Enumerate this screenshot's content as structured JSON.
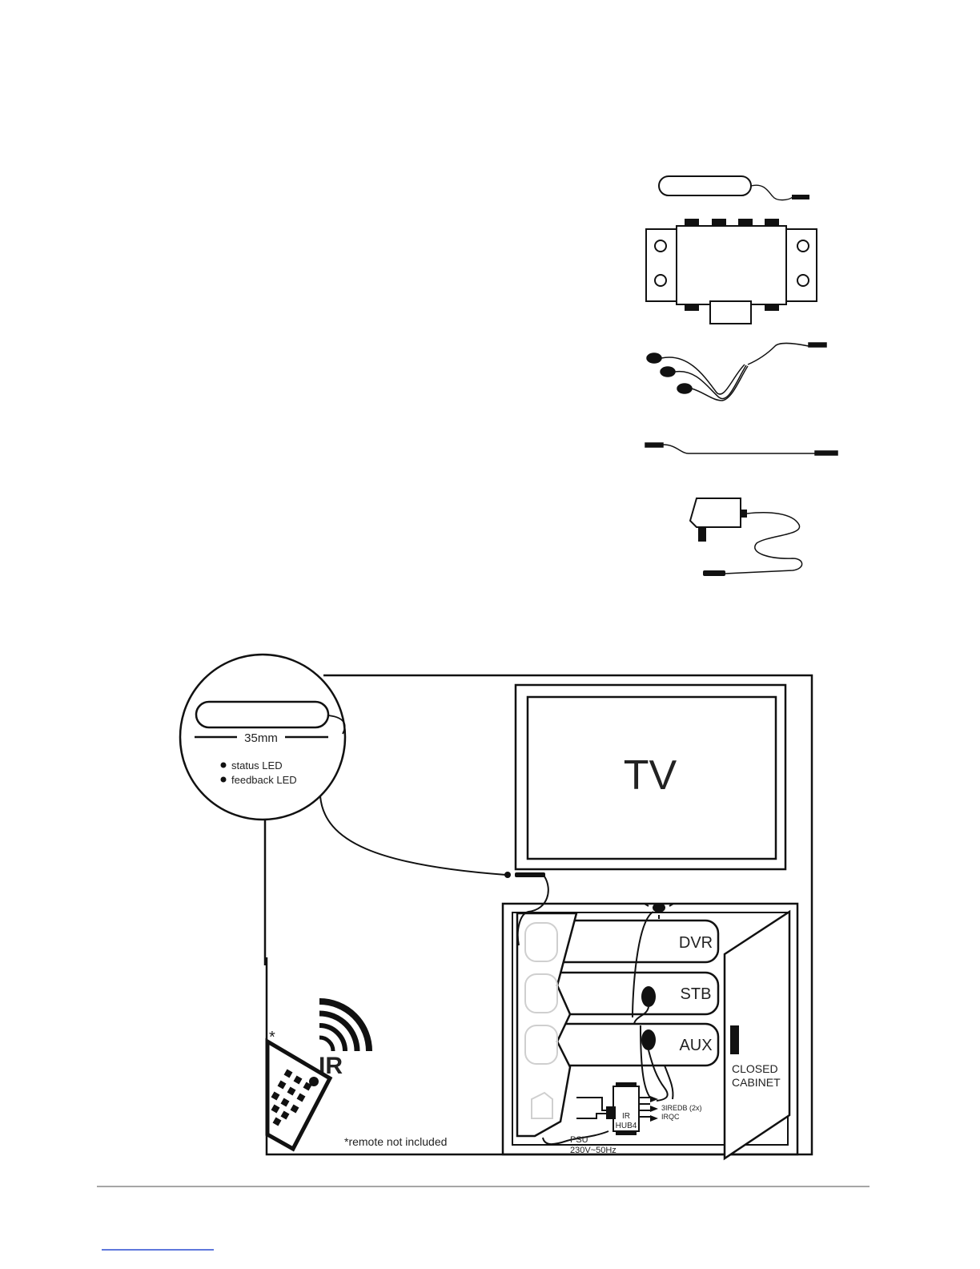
{
  "components": {
    "receiver": "ir-receiver-icon",
    "hub": "ir-hub-icon",
    "emitters": "ir-emitter-cable-icon",
    "cable": "connection-cable-icon",
    "psu": "power-adapter-icon"
  },
  "inset": {
    "dimension": "35mm",
    "legend": [
      "status LED",
      "feedback LED"
    ]
  },
  "tv_label": "TV",
  "devices": [
    "DVR",
    "STB",
    "AUX"
  ],
  "cabinet_label_1": "CLOSED",
  "cabinet_label_2": "CABINET",
  "hub": {
    "line1": "IR",
    "line2": "HUB4",
    "port1": "3IREDB (2x)",
    "port2": "IRQC"
  },
  "psu": {
    "line1": "PSU",
    "line2": "230V~50Hz"
  },
  "remote": {
    "ir_label": "IR",
    "asterisk": "*",
    "note": "*remote not included"
  }
}
